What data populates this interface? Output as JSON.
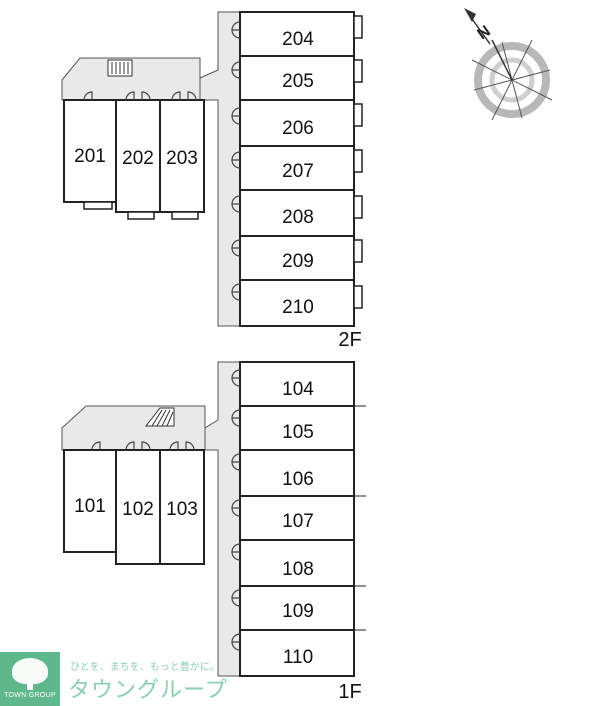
{
  "floors": [
    {
      "label": "2F",
      "units": [
        "201",
        "202",
        "203",
        "204",
        "205",
        "206",
        "207",
        "208",
        "209",
        "210"
      ]
    },
    {
      "label": "1F",
      "units": [
        "101",
        "102",
        "103",
        "104",
        "105",
        "106",
        "107",
        "108",
        "109",
        "110"
      ]
    }
  ],
  "compass": {
    "north_label": "N"
  },
  "brand": {
    "logo_caption": "TOWN GROUP",
    "tagline": "ひとを、まちを、もっと豊かに。",
    "name": "タウングループ",
    "color": "#8ccfae",
    "logo_color": "#5fb88c"
  }
}
